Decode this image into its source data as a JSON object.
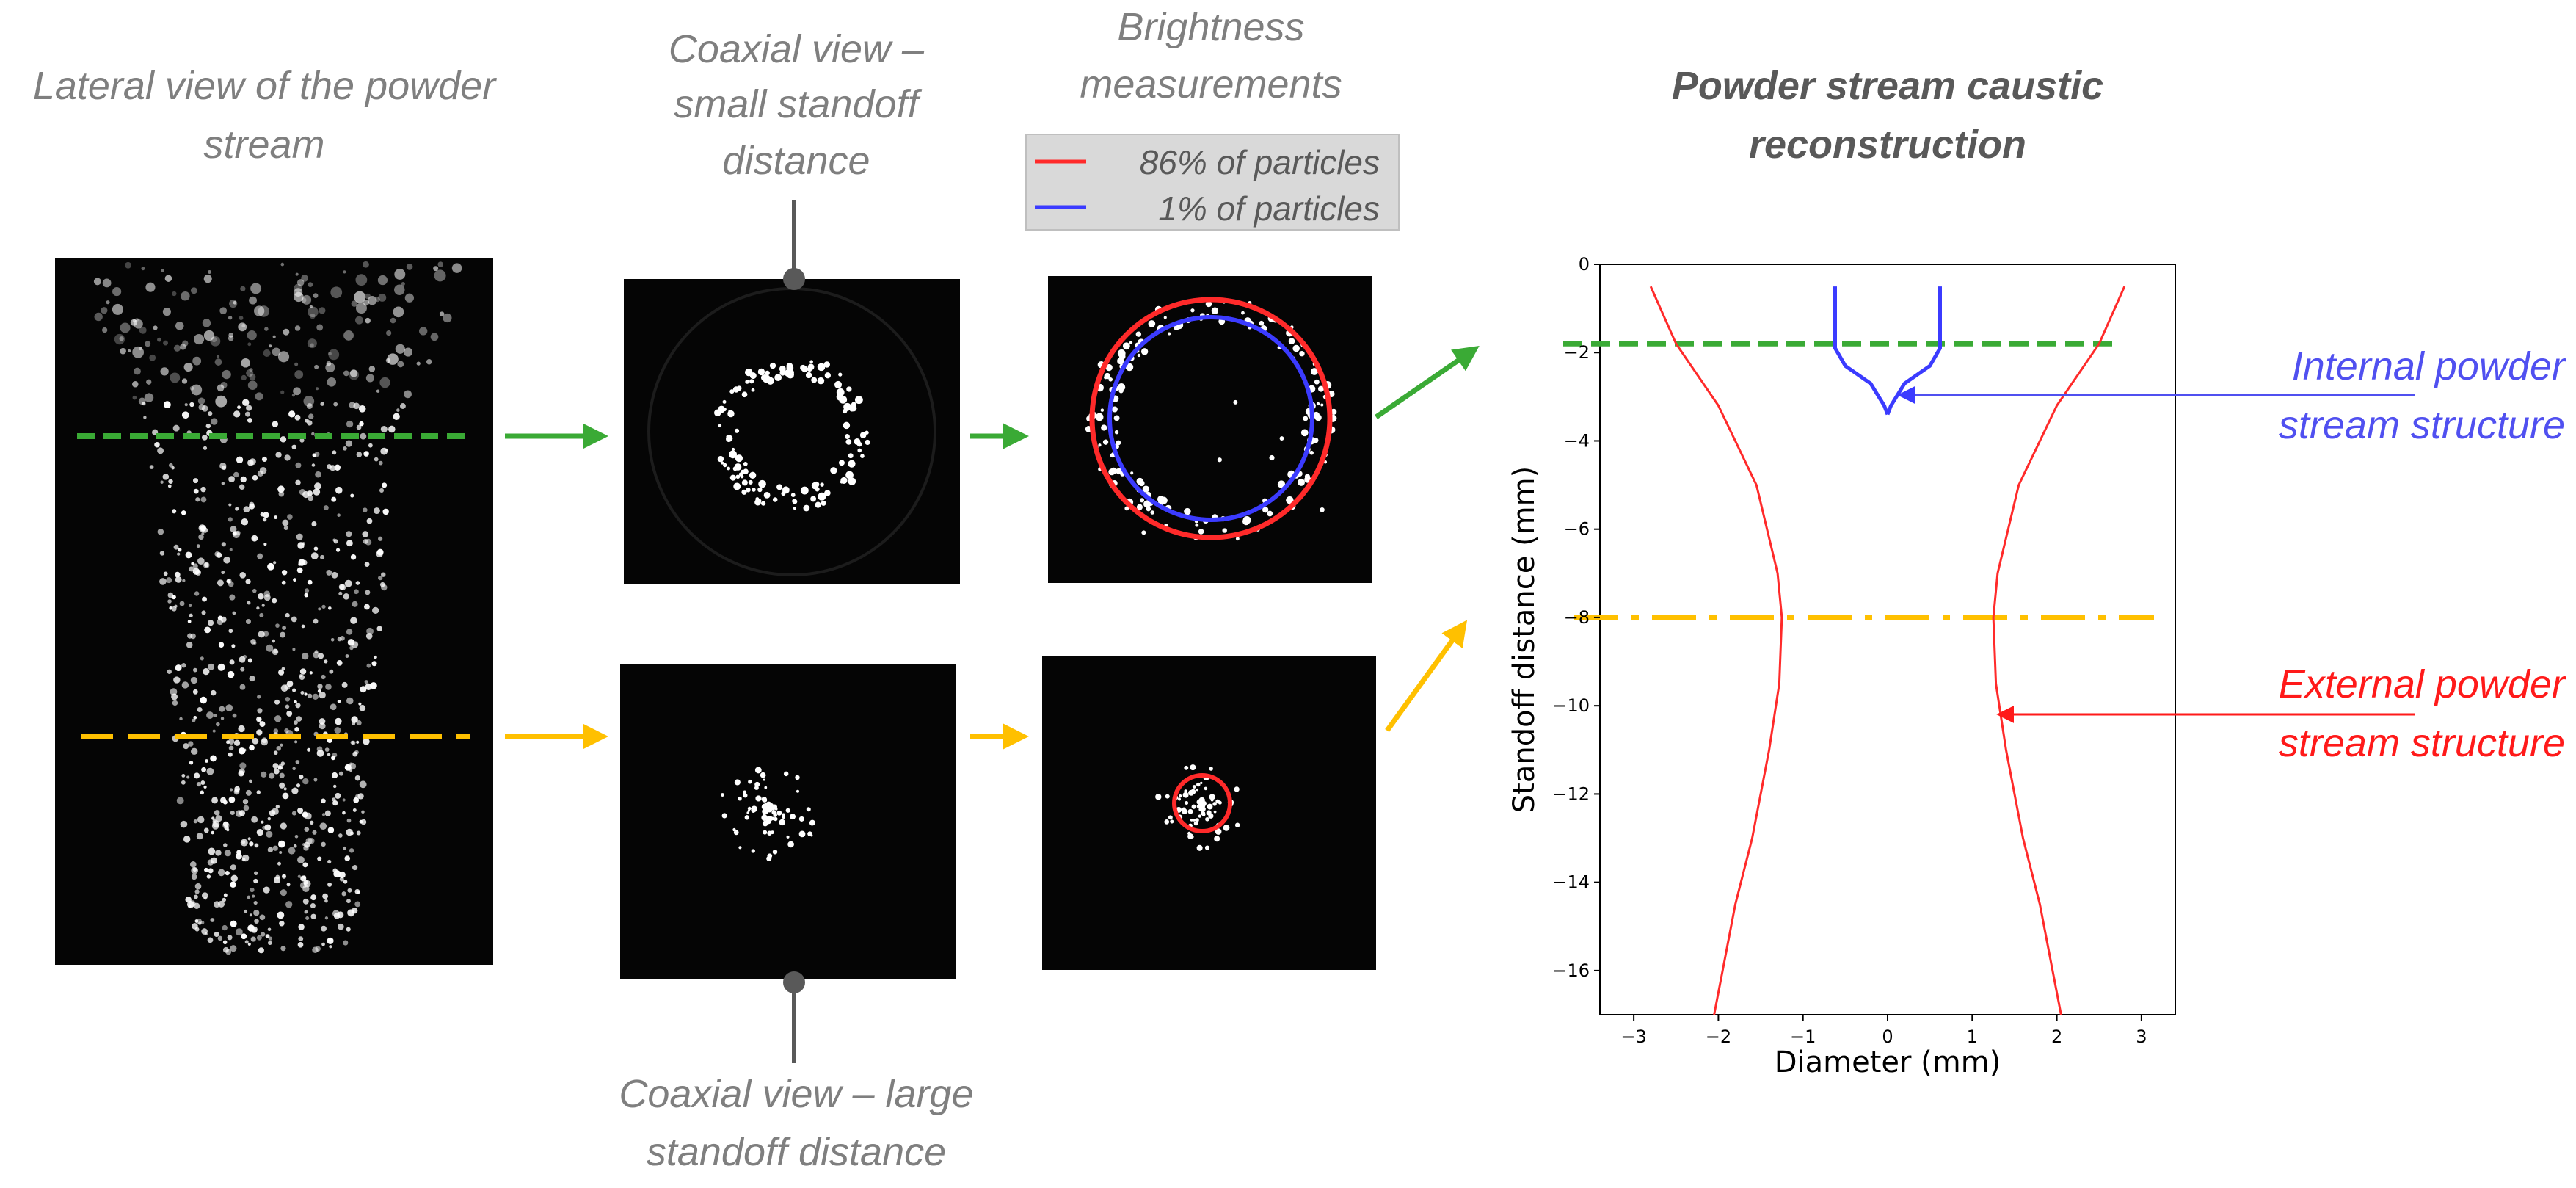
{
  "labels": {
    "lateral_view_line1": "Lateral view of the powder",
    "lateral_view_line2": "stream",
    "coaxial_small_line1": "Coaxial view –",
    "coaxial_small_line2": "small standoff",
    "coaxial_small_line3": "distance",
    "brightness_line1": "Brightness",
    "brightness_line2": "measurements",
    "caustic_line1": "Powder stream caustic",
    "caustic_line2": "reconstruction",
    "coaxial_large_line1": "Coaxial view – large",
    "coaxial_large_line2": "standoff distance",
    "internal_line1": "Internal powder",
    "internal_line2": "stream structure",
    "external_line1": "External powder",
    "external_line2": "stream structure"
  },
  "legend": [
    {
      "label": "86% of particles",
      "color": "#ff2a2a"
    },
    {
      "label": "1% of particles",
      "color": "#3b3bff"
    }
  ],
  "colors": {
    "green_level": "#3aaa35",
    "yellow_level": "#ffc000",
    "outer_curve": "#ff2a2a",
    "inner_curve": "#3b3bff"
  },
  "chart_data": {
    "type": "line",
    "xlabel": "Diameter (mm)",
    "ylabel": "Standoff distance (mm)",
    "xlim": [
      -3.4,
      3.4
    ],
    "ylim": [
      -17,
      0
    ],
    "xticks": [
      -3,
      -2,
      -1,
      0,
      1,
      2,
      3
    ],
    "yticks": [
      0,
      -2,
      -4,
      -6,
      -8,
      -10,
      -12,
      -14,
      -16
    ],
    "grid": false,
    "series": [
      {
        "role": "external-right",
        "points": [
          [
            2.8,
            -0.5
          ],
          [
            2.5,
            -1.8
          ],
          [
            2.0,
            -3.2
          ],
          [
            1.55,
            -5.0
          ],
          [
            1.3,
            -7.0
          ],
          [
            1.25,
            -8.0
          ],
          [
            1.28,
            -9.5
          ],
          [
            1.4,
            -11.0
          ],
          [
            1.6,
            -13.0
          ],
          [
            1.8,
            -14.5
          ],
          [
            1.95,
            -16.0
          ],
          [
            2.05,
            -17.0
          ]
        ]
      },
      {
        "role": "external-left",
        "points": [
          [
            -2.8,
            -0.5
          ],
          [
            -2.5,
            -1.8
          ],
          [
            -2.0,
            -3.2
          ],
          [
            -1.55,
            -5.0
          ],
          [
            -1.3,
            -7.0
          ],
          [
            -1.25,
            -8.0
          ],
          [
            -1.28,
            -9.5
          ],
          [
            -1.4,
            -11.0
          ],
          [
            -1.6,
            -13.0
          ],
          [
            -1.8,
            -14.5
          ],
          [
            -1.95,
            -16.0
          ],
          [
            -2.05,
            -17.0
          ]
        ]
      },
      {
        "role": "internal-right",
        "points": [
          [
            0.62,
            -0.5
          ],
          [
            0.62,
            -1.9
          ],
          [
            0.5,
            -2.3
          ],
          [
            0.2,
            -2.7
          ],
          [
            0.04,
            -3.2
          ],
          [
            0.0,
            -3.4
          ]
        ]
      },
      {
        "role": "internal-left",
        "points": [
          [
            -0.62,
            -0.5
          ],
          [
            -0.62,
            -1.9
          ],
          [
            -0.5,
            -2.3
          ],
          [
            -0.2,
            -2.7
          ],
          [
            -0.04,
            -3.2
          ],
          [
            0.0,
            -3.4
          ]
        ]
      }
    ],
    "reference_lines": [
      {
        "y": -1.8,
        "color": "#3aaa35",
        "style": "dashed"
      },
      {
        "y": -8.0,
        "color": "#ffc000",
        "style": "dashdot"
      }
    ]
  }
}
